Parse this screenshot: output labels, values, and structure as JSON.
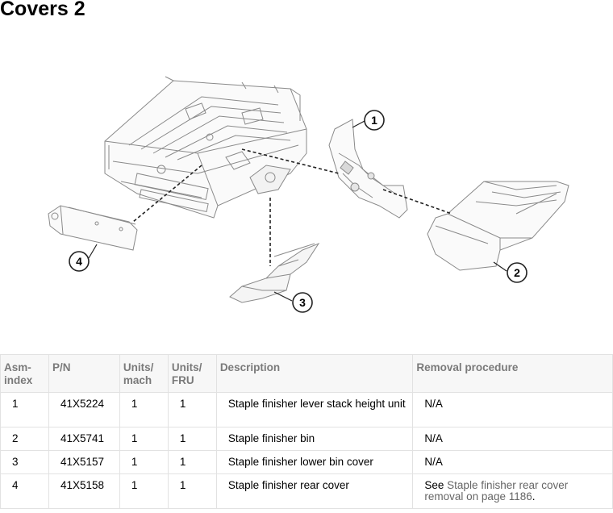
{
  "page": {
    "title": "Covers 2"
  },
  "figure": {
    "callouts": [
      "1",
      "2",
      "3",
      "4"
    ]
  },
  "table": {
    "headers": [
      "Asm-\nindex",
      "P/N",
      "Units/\nmach",
      "Units/\nFRU",
      "Description",
      "Removal procedure"
    ],
    "rows": [
      {
        "asm": "1",
        "pn": "41X5224",
        "units_mach": "1",
        "units_fru": "1",
        "description": "Staple finisher lever stack height unit",
        "removal": "N/A"
      },
      {
        "asm": "2",
        "pn": "41X5741",
        "units_mach": "1",
        "units_fru": "1",
        "description": "Staple finisher bin",
        "removal": "N/A"
      },
      {
        "asm": "3",
        "pn": "41X5157",
        "units_mach": "1",
        "units_fru": "1",
        "description": "Staple finisher lower bin cover",
        "removal": "N/A"
      },
      {
        "asm": "4",
        "pn": "41X5158",
        "units_mach": "1",
        "units_fru": "1",
        "description": "Staple finisher rear cover",
        "removal_prefix": "See ",
        "removal_link": "Staple finisher rear cover removal on page 1186",
        "removal_suffix": "."
      }
    ]
  }
}
